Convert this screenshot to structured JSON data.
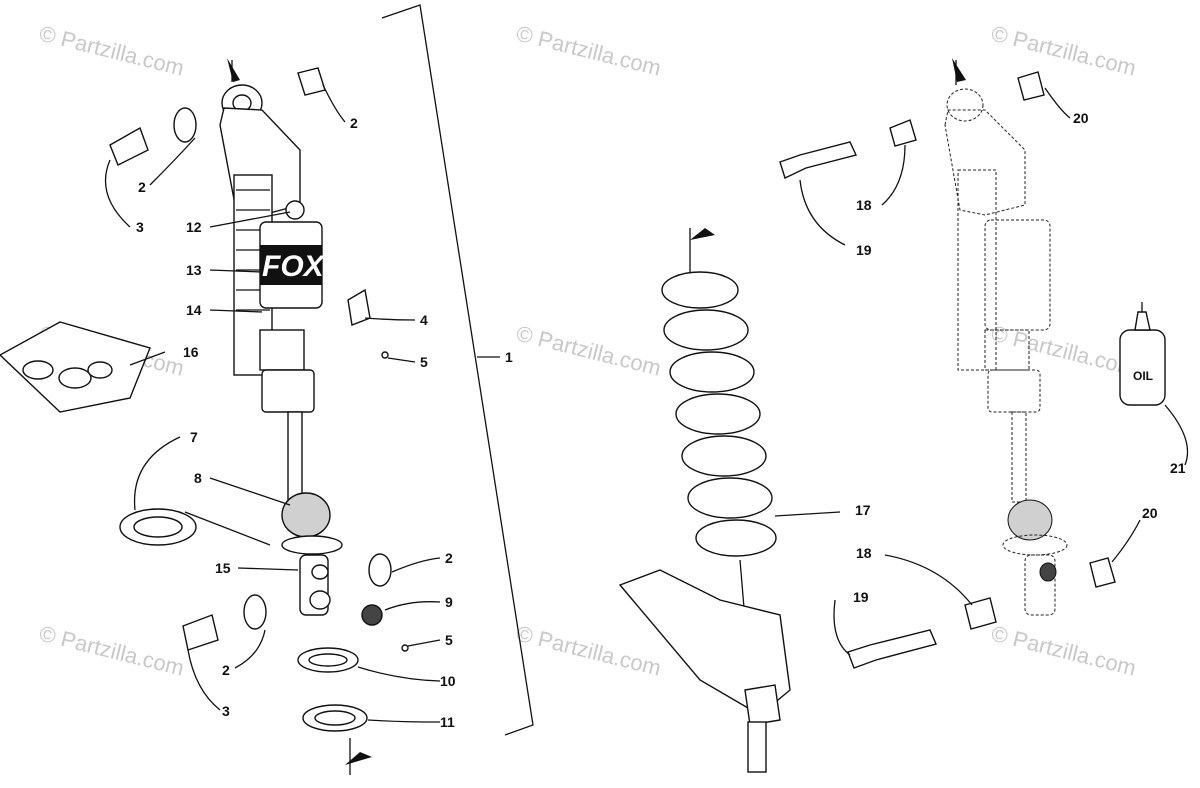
{
  "watermarks": [
    "© Partzilla.com",
    "© Partzilla.com",
    "© Partzilla.com",
    "© Partzilla.com",
    "© Partzilla.com",
    "© Partzilla.com",
    "© Partzilla.com",
    "© Partzilla.com",
    "© Partzilla.com"
  ],
  "brand_mark": "FOX",
  "oil_label": "OIL",
  "callouts": {
    "c1": "1",
    "c2a": "2",
    "c2b": "2",
    "c2c": "2",
    "c2d": "2",
    "c3a": "3",
    "c3b": "3",
    "c4": "4",
    "c5a": "5",
    "c5b": "5",
    "c7": "7",
    "c8": "8",
    "c9": "9",
    "c10": "10",
    "c11": "11",
    "c12": "12",
    "c13": "13",
    "c14": "14",
    "c15": "15",
    "c16": "16",
    "c17": "17",
    "c18a": "18",
    "c18b": "18",
    "c19a": "19",
    "c19b": "19",
    "c20a": "20",
    "c20b": "20",
    "c21": "21"
  }
}
